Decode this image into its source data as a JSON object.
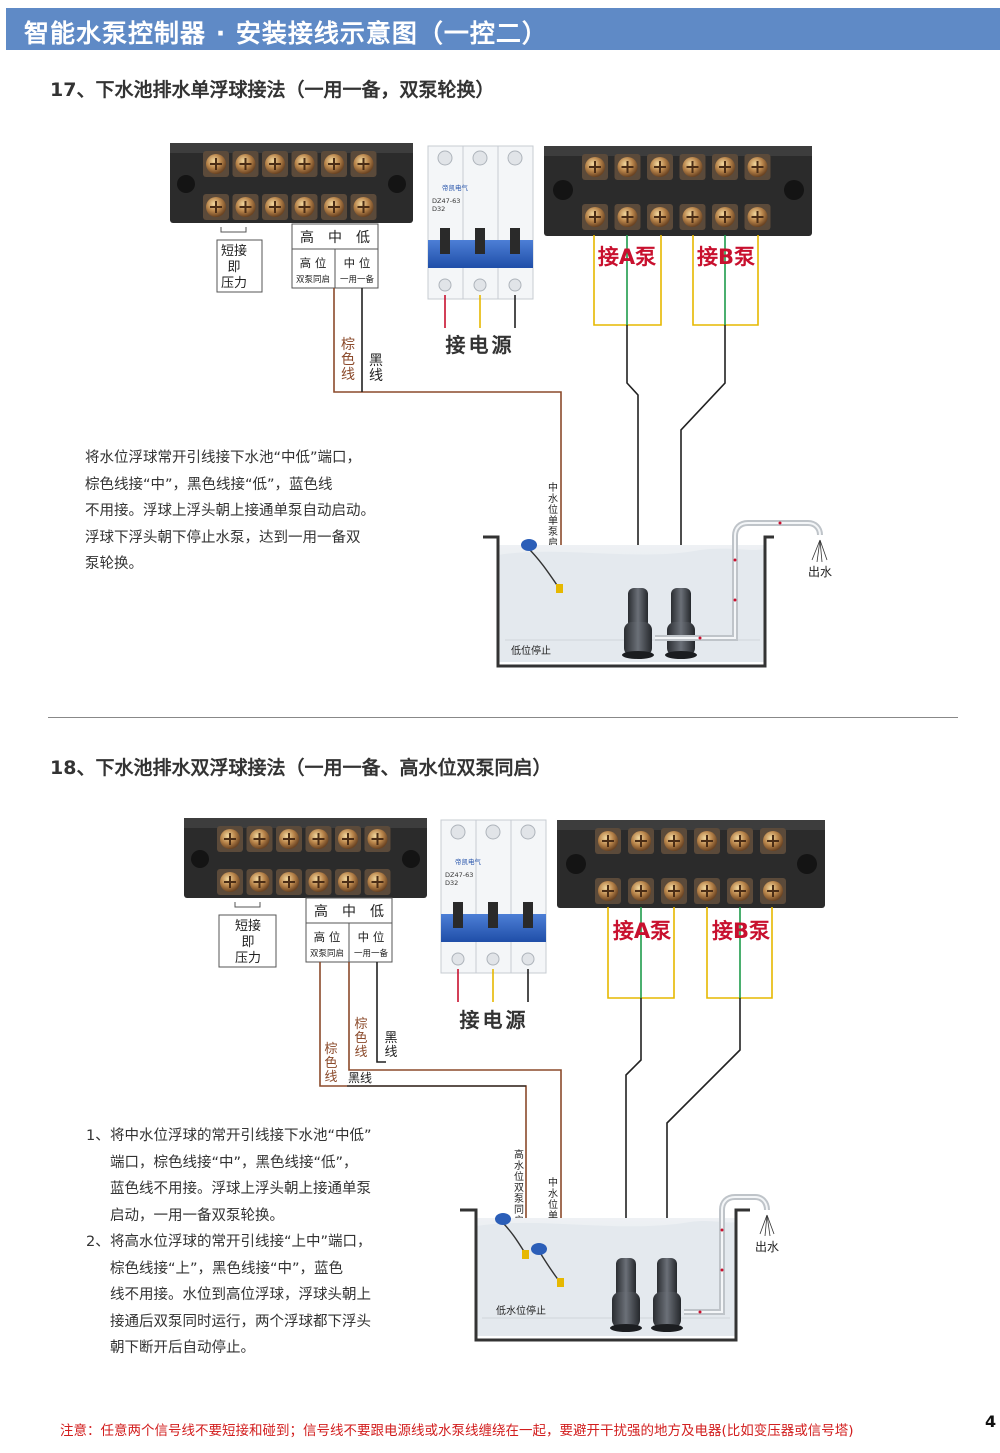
{
  "header": {
    "title": "智能水泵控制器 · 安装接线示意图（一控二）"
  },
  "section17": {
    "title": "17、下水池排水单浮球接法（一用一备，双泵轮换）",
    "terminal_labels": {
      "short": "短接",
      "ji": "即",
      "pressure": "压力",
      "high": "高",
      "mid": "中",
      "low": "低",
      "high_pos": "高 位",
      "both_start": "双泵同启",
      "mid_pos": "中 位",
      "one_standby": "一用一备"
    },
    "breaker": {
      "brand": "帝凯电气",
      "model": "DZ47-63",
      "rating": "D32"
    },
    "pump_a": "接A泵",
    "pump_b": "接B泵",
    "power": "接电源",
    "brown_wire": "棕色线",
    "black_wire": "黑线",
    "mid_float": "中水位单泵启动",
    "low_stop": "低位停止",
    "outlet": "出水",
    "description": [
      "将水位浮球常开引线接下水池“中低”端口，",
      "棕色线接“中”，黑色线接“低”，蓝色线",
      "不用接。浮球上浮头朝上接通单泵自动启动。",
      "浮球下浮头朝下停止水泵，达到一用一备双",
      "泵轮换。"
    ]
  },
  "section18": {
    "title": "18、下水池排水双浮球接法（一用一备、高水位双泵同启）",
    "terminal_labels": {
      "short": "短接",
      "ji": "即",
      "pressure": "压力",
      "high": "高",
      "mid": "中",
      "low": "低",
      "high_pos": "高 位",
      "both_start": "双泵同启",
      "mid_pos": "中 位",
      "one_standby": "一用一备"
    },
    "breaker": {
      "brand": "帝凯电气",
      "model": "DZ47-63",
      "rating": "D32"
    },
    "pump_a": "接A泵",
    "pump_b": "接B泵",
    "power": "接电源",
    "brown_wire": "棕色线",
    "black_wire": "黑线",
    "high_float": "高水位双泵同启",
    "mid_float": "中水位单泵启动",
    "low_stop": "低水位停止",
    "outlet": "出水",
    "items": [
      {
        "num": "1、",
        "lines": [
          "将中水位浮球的常开引线接下水池“中低”",
          "端口，棕色线接“中”，黑色线接“低”，",
          "蓝色线不用接。浮球上浮头朝上接通单泵",
          "启动，一用一备双泵轮换。"
        ]
      },
      {
        "num": "2、",
        "lines": [
          "将高水位浮球的常开引线接“上中”端口，",
          "棕色线接“上”，黑色线接“中”，蓝色",
          "线不用接。水位到高位浮球，浮球头朝上",
          "接通后双泵同时运行，两个浮球都下浮头",
          "朝下断开后自动停止。"
        ]
      }
    ]
  },
  "note": "注意：任意两个信号线不要短接和碰到；信号线不要跟电源线或水泵线缠绕在一起，要避开干扰强的地方及电器(比如变压器或信号塔)",
  "page_number": "4",
  "colors": {
    "header": "#5f8ac6",
    "brown": "#8b4a2b",
    "red": "#c8102e",
    "yellow": "#e6b800",
    "green": "#1e9b4b",
    "note": "#d21e1e"
  }
}
